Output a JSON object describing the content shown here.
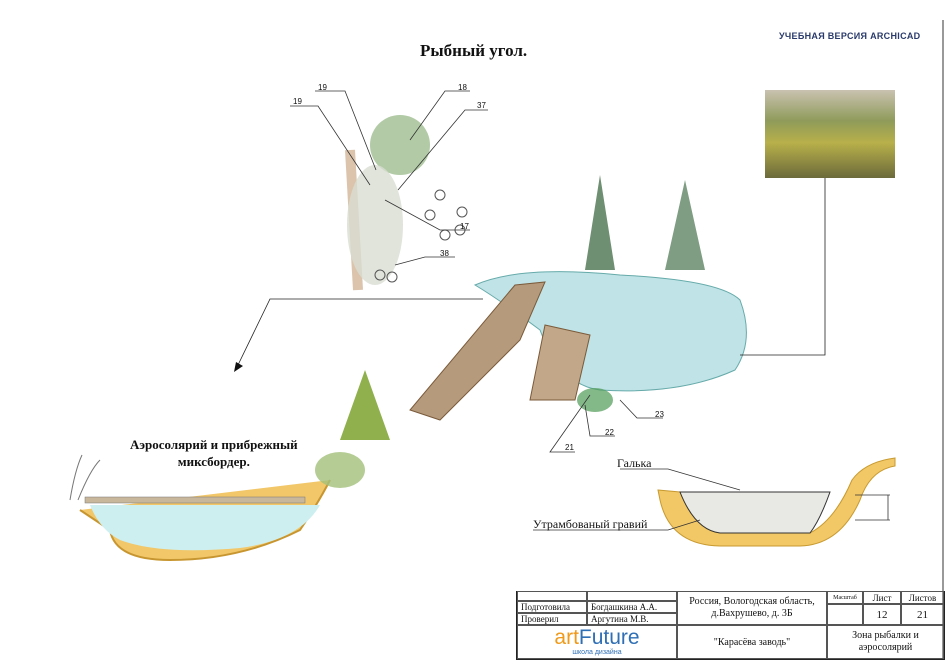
{
  "watermark": "УЧЕБНАЯ ВЕРСИЯ ARCHICAD",
  "title": "Рыбный угол.",
  "subtitle_line1": "Аэросолярий и прибрежный",
  "subtitle_line2": "миксбордер.",
  "callouts": {
    "c19a": "19",
    "c19b": "19",
    "c18": "18",
    "c37": "37",
    "c17": "17",
    "c38": "38",
    "c21": "21",
    "c22": "22",
    "c23": "23"
  },
  "section": {
    "pebble": "Галька",
    "gravel": "Утрамбованый гравий"
  },
  "title_block": {
    "prepared_label": "Подготовила",
    "prepared_name": "Богдашкина А.А.",
    "checked_label": "Проверил",
    "checked_name": "Аргутина М.В.",
    "address_line1": "Россия, Вологодская область,",
    "address_line2": "д.Вахрушево, д. 3Б",
    "scale_label": "Масштаб",
    "sheet_label": "Лист",
    "sheets_label": "Листов",
    "sheet": "12",
    "sheets": "21",
    "project": "\"Карасёва заводь\"",
    "zone_line1": "Зона рыбалки и",
    "zone_line2": "аэросолярий",
    "logo_art": "art",
    "logo_future": "Future",
    "logo_sub": "школа дизайна"
  }
}
